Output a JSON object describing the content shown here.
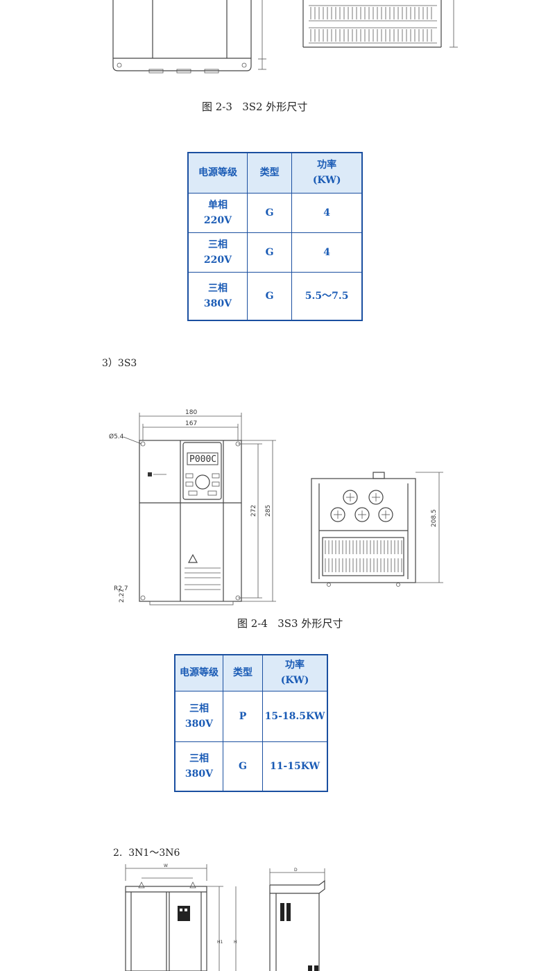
{
  "fig1": {
    "caption": "图 2-3   3S2 外形尺寸"
  },
  "table1": {
    "headers": [
      "电源等级",
      "类型",
      "功率\n(KW)"
    ],
    "rows": [
      {
        "power_level": "单相\n220V",
        "type": "G",
        "power": "4"
      },
      {
        "power_level": "三相\n220V",
        "type": "G",
        "power": "4"
      },
      {
        "power_level": "三相\n380V",
        "type": "G",
        "power": "5.5～7.5"
      }
    ]
  },
  "section3": {
    "label": "3）3S3"
  },
  "fig2": {
    "caption": "图 2-4   3S3 外形尺寸",
    "dims": {
      "w_outer": "180",
      "w_inner": "167",
      "hole": "Ø5.4",
      "h_inner": "272",
      "h_outer": "285",
      "depth": "208.5",
      "r": "R2.7",
      "offset": "2.27"
    },
    "display": "P000C"
  },
  "table2": {
    "headers": [
      "电源等级",
      "类型",
      "功率\n(KW)"
    ],
    "rows": [
      {
        "power_level": "三相\n380V",
        "type": "P",
        "power": "15-18.5KW"
      },
      {
        "power_level": "三相\n380V",
        "type": "G",
        "power": "11-15KW"
      }
    ]
  },
  "section2": {
    "label": "2.  3N1～3N6"
  },
  "fig3": {
    "dims": {
      "w": "W",
      "d": "D",
      "h": "H",
      "h2": "H1"
    }
  }
}
